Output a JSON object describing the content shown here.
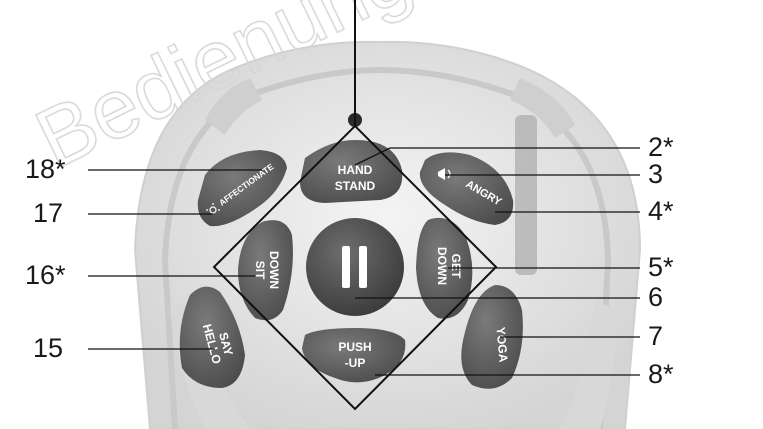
{
  "watermark": "Bedienung",
  "buttons": {
    "hand_stand": [
      "HAND",
      "STAND"
    ],
    "affectionate": "AFFECTIONATE",
    "angry": "ANGRY",
    "sit_down": [
      "SIT",
      "DOWN"
    ],
    "get_down": [
      "GET",
      "DOWN"
    ],
    "say_hello": [
      "SAY",
      "HELLO"
    ],
    "yoga": "YOGA",
    "push_up": [
      "PUSH",
      "-UP"
    ]
  },
  "callouts": {
    "left": [
      "18*",
      "17",
      "16*",
      "15"
    ],
    "right": [
      "2*",
      "3",
      "4*",
      "5*",
      "6",
      "7",
      "8*"
    ]
  },
  "colors": {
    "button": "#5e5e5e",
    "button_dark": "#3e3e3e",
    "housing": "#e3e3e3",
    "line": "#111111"
  }
}
